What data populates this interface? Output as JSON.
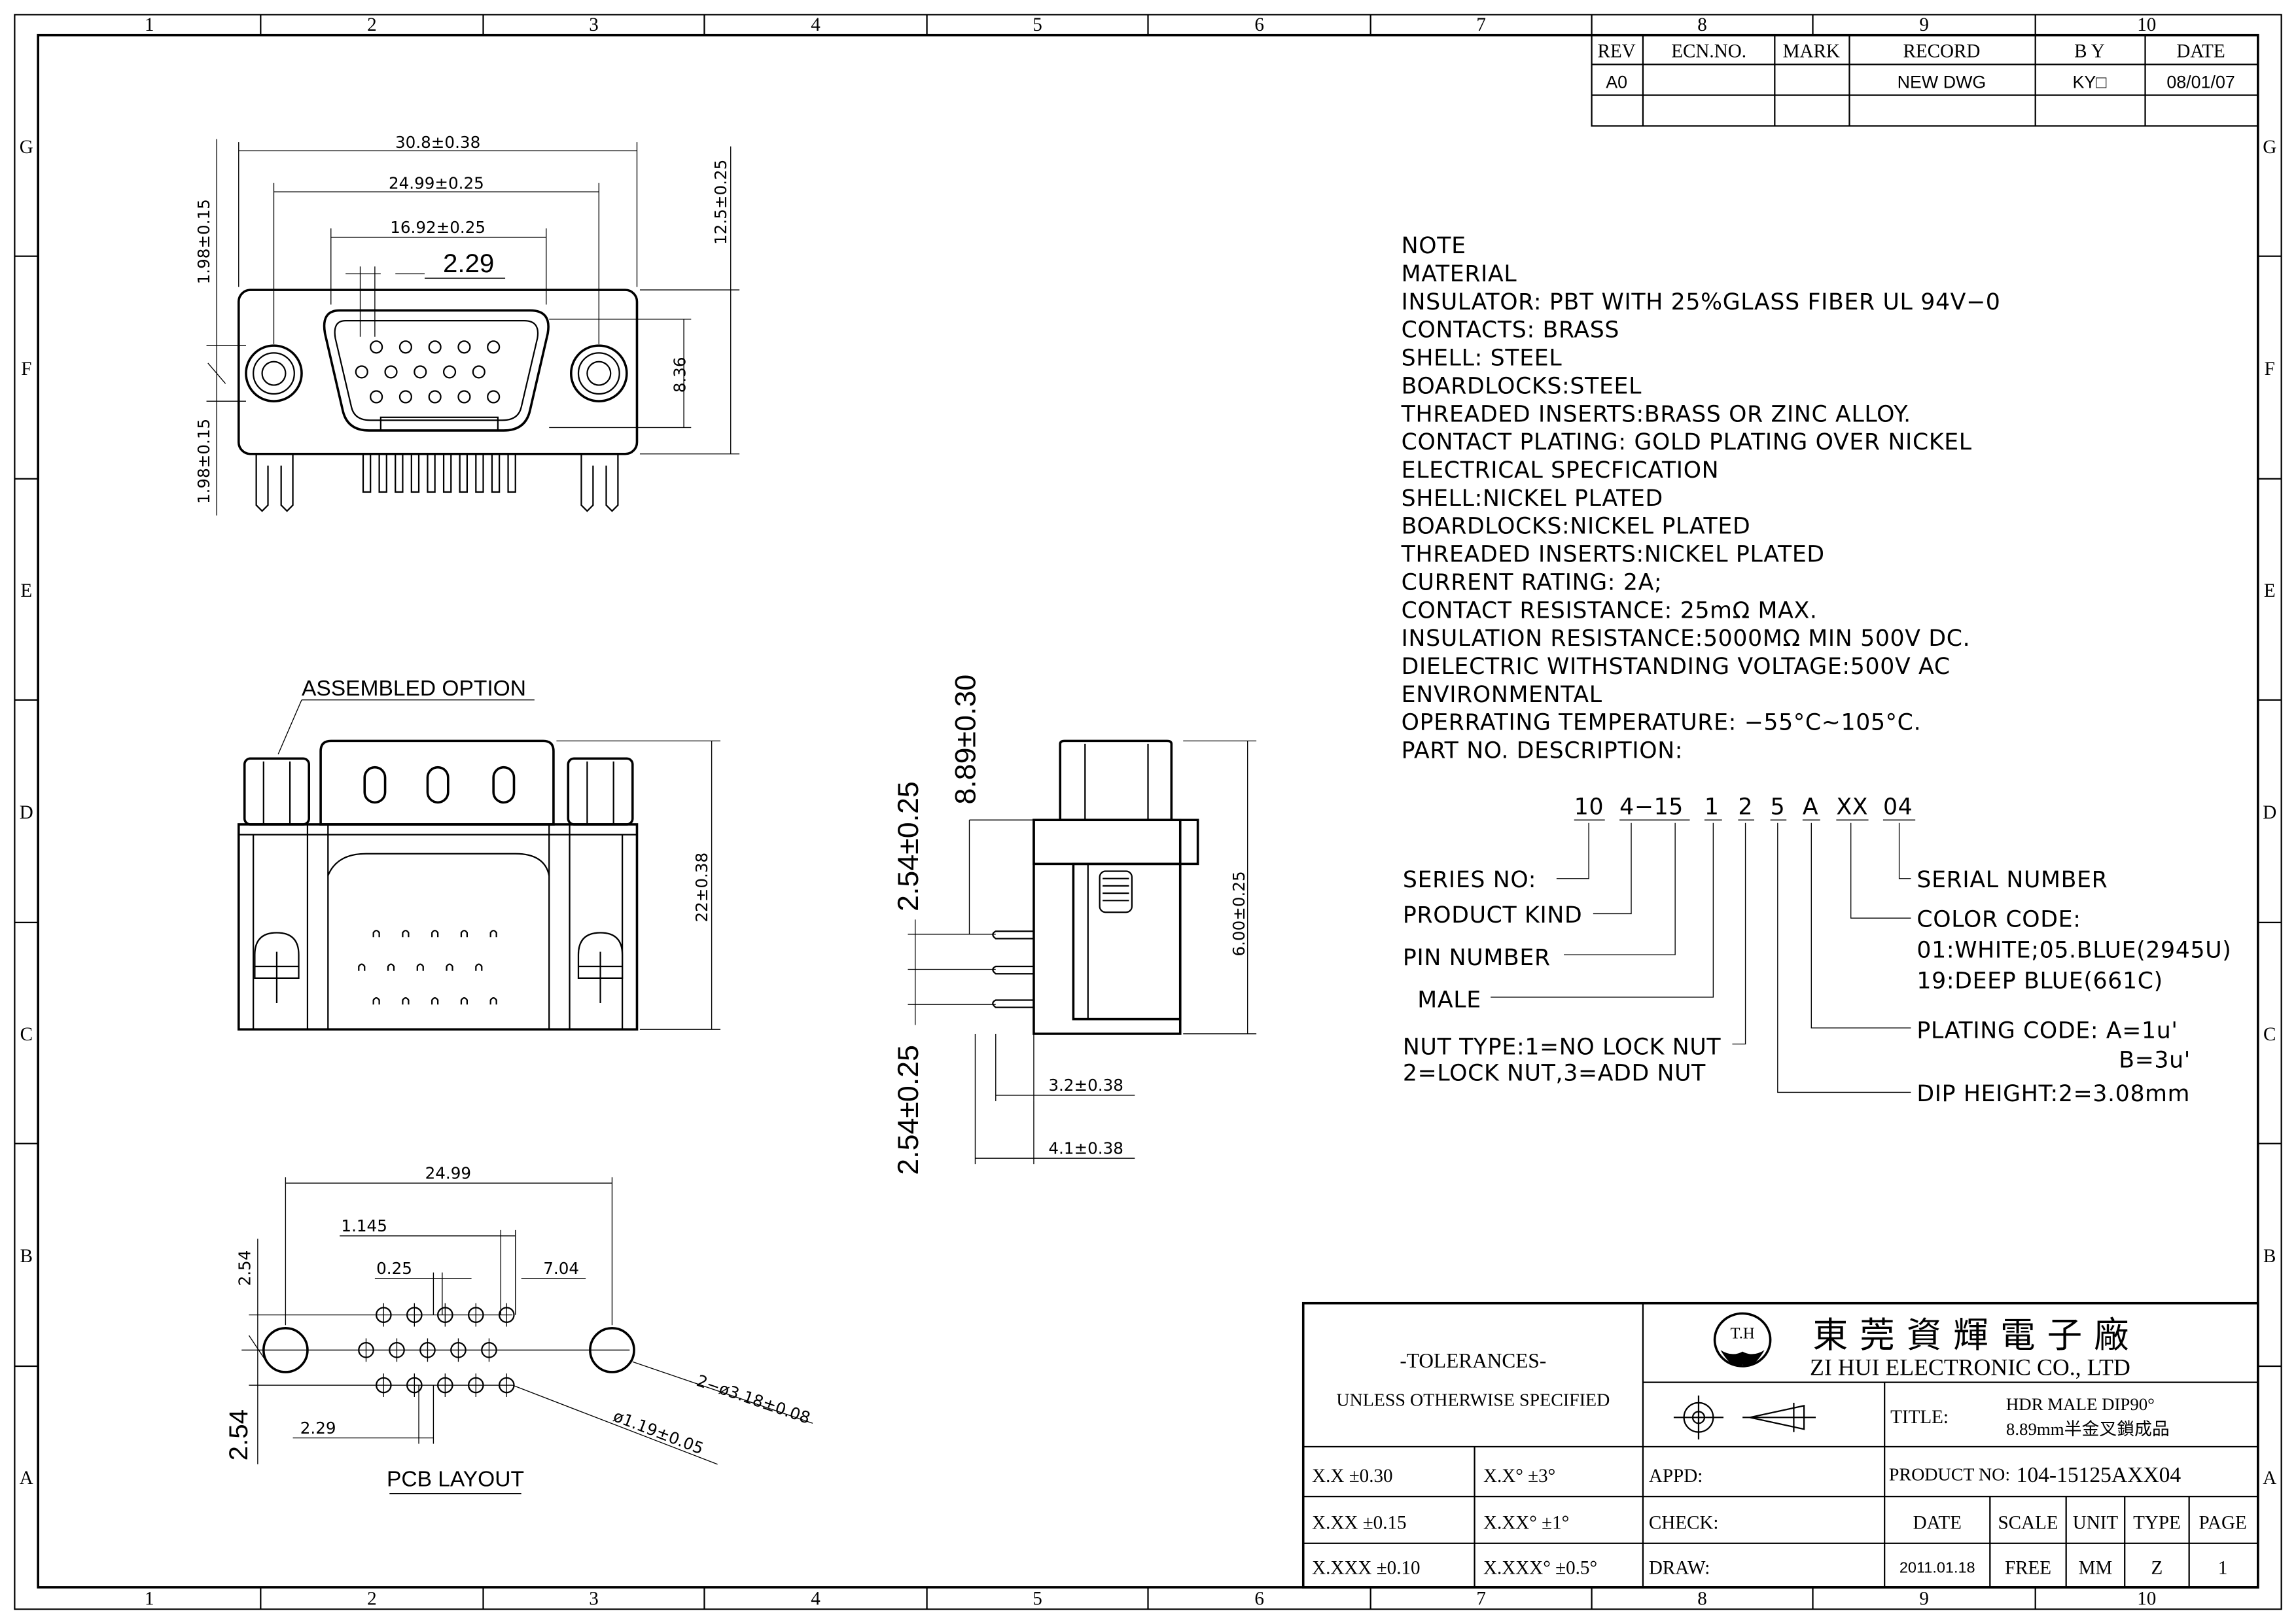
{
  "frame": {
    "columns": [
      "1",
      "2",
      "3",
      "4",
      "5",
      "6",
      "7",
      "8",
      "9",
      "10"
    ],
    "rows": [
      "G",
      "F",
      "E",
      "D",
      "C",
      "B",
      "A"
    ]
  },
  "revision": {
    "headers": [
      "REV",
      "ECN.NO.",
      "MARK",
      "RECORD",
      "B Y",
      "DATE"
    ],
    "row": {
      "rev": "A0",
      "record": "NEW DWG",
      "by": "KY□",
      "date": "08/01/07"
    }
  },
  "top_view": {
    "dims": {
      "overall_width": "30.8±0.38",
      "nut_pitch": "24.99±0.25",
      "shell_width": "16.92±0.25",
      "contact_pitch": "2.29",
      "height": "12.5±0.25",
      "shell_height": "8.36",
      "upper_offset": "1.98±0.15",
      "lower_offset": "1.98±0.15"
    }
  },
  "front_view": {
    "label": "ASSEMBLED OPTION",
    "dims": {
      "height": "22±0.38"
    }
  },
  "side_view": {
    "dims": {
      "dip_height": "8.89±0.30",
      "pin_pitch_upper": "2.54±0.25",
      "pin_pitch_lower": "2.54±0.25",
      "side_height": "6.00±0.25",
      "pin_length": "3.2±0.38",
      "pin_offset": "4.1±0.38"
    }
  },
  "pcb_layout": {
    "label": "PCB LAYOUT",
    "dims": {
      "mount_pitch": "24.99",
      "row_offset": "1.145",
      "stagger": "0.25",
      "hole_to_mount": "7.04",
      "row_pitch_upper": "2.54",
      "row_pitch_lower": "2.54",
      "contact_pitch": "2.29",
      "mount_hole": "2−ø3.18±0.08",
      "contact_hole": "ø1.19±0.05"
    }
  },
  "notes": [
    "NOTE",
    "MATERIAL",
    "INSULATOR: PBT WITH 25%GLASS FIBER UL 94V−0",
    "CONTACTS: BRASS",
    "SHELL: STEEL",
    "BOARDLOCKS:STEEL",
    "THREADED INSERTS:BRASS OR ZINC ALLOY.",
    "CONTACT PLATING: GOLD PLATING OVER NICKEL",
    "ELECTRICAL SPECFICATION",
    "SHELL:NICKEL PLATED",
    "BOARDLOCKS:NICKEL PLATED",
    "THREADED INSERTS:NICKEL PLATED",
    "CURRENT RATING: 2A;",
    "CONTACT RESISTANCE: 25mΩ MAX.",
    "INSULATION RESISTANCE:5000MΩ MIN 500V DC.",
    "DIELECTRIC WITHSTANDING VOLTAGE:500V AC",
    "ENVIRONMENTAL",
    "OPERRATING TEMPERATURE: −55°C~105°C.",
    "PART NO. DESCRIPTION:"
  ],
  "part_no": {
    "segments": [
      "10",
      "4−15",
      "1",
      "2",
      "5",
      "A",
      "XX",
      "04"
    ],
    "labels": {
      "series": "SERIES NO:",
      "kind": "PRODUCT KIND",
      "pin_number": "PIN NUMBER",
      "male": "MALE",
      "nut_type_1": "NUT TYPE:1=NO LOCK NUT",
      "nut_type_2": "2=LOCK NUT,3=ADD NUT",
      "serial": "SERIAL NUMBER",
      "color": "COLOR CODE:",
      "color_1": "01:WHITE;05.BLUE(2945U)",
      "color_2": "19:DEEP BLUE(661C)",
      "plating": "PLATING CODE: A=1u'",
      "plating_b": "B=3u'",
      "dip": "DIP HEIGHT:2=3.08mm"
    }
  },
  "title_block": {
    "tolerances_title": "-TOLERANCES-",
    "tolerances_subtitle": "UNLESS OTHERWISE SPECIFIED",
    "tol": [
      {
        "linear": "X.X   ±0.30",
        "angular": "X.X°   ±3°"
      },
      {
        "linear": "X.XX  ±0.15",
        "angular": "X.XX° ±1°"
      },
      {
        "linear": "X.XXX ±0.10",
        "angular": "X.XXX° ±0.5°"
      }
    ],
    "company_cn": "東莞資輝電子廠",
    "company_en": "ZI HUI ELECTRONIC  CO., LTD",
    "title_label": "TITLE:",
    "title_line1": "HDR MALE DIP90°",
    "title_line2": "8.89mm半金叉鎖成品",
    "appd_label": "APPD:",
    "check_label": "CHECK:",
    "draw_label": "DRAW:",
    "product_no_label": "PRODUCT NO:",
    "product_no": "104-15125AXX04",
    "cols": [
      "DATE",
      "SCALE",
      "UNIT",
      "TYPE",
      "PAGE"
    ],
    "vals": [
      "2011.01.18",
      "FREE",
      "MM",
      "Z",
      "1"
    ]
  }
}
